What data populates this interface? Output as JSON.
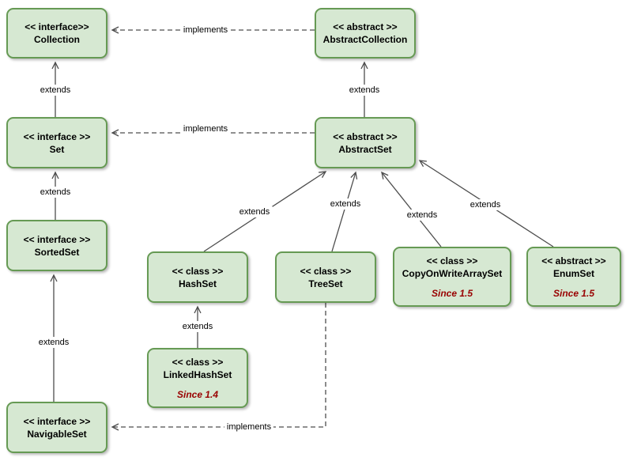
{
  "diagram": {
    "title": "Java Set hierarchy UML diagram",
    "nodes": {
      "collection": {
        "stereotype": "<< interface>>",
        "name": "Collection"
      },
      "abstractCollection": {
        "stereotype": "<< abstract >>",
        "name": "AbstractCollection"
      },
      "set": {
        "stereotype": "<< interface >>",
        "name": "Set"
      },
      "abstractSet": {
        "stereotype": "<< abstract >>",
        "name": "AbstractSet"
      },
      "sortedSet": {
        "stereotype": "<< interface >>",
        "name": "SortedSet"
      },
      "hashSet": {
        "stereotype": "<< class >>",
        "name": "HashSet"
      },
      "treeSet": {
        "stereotype": "<< class >>",
        "name": "TreeSet"
      },
      "copyOnWriteArraySet": {
        "stereotype": "<< class >>",
        "name": "CopyOnWriteArraySet",
        "note": "Since 1.5"
      },
      "enumSet": {
        "stereotype": "<< abstract >>",
        "name": "EnumSet",
        "note": "Since 1.5"
      },
      "linkedHashSet": {
        "stereotype": "<< class >>",
        "name": "LinkedHashSet",
        "note": "Since 1.4"
      },
      "navigableSet": {
        "stereotype": "<< interface >>",
        "name": "NavigableSet"
      }
    },
    "edges": [
      {
        "from": "AbstractCollection",
        "to": "Collection",
        "relation": "implements",
        "label": "implements"
      },
      {
        "from": "Set",
        "to": "Collection",
        "relation": "extends",
        "label": "extends"
      },
      {
        "from": "AbstractSet",
        "to": "AbstractCollection",
        "relation": "extends",
        "label": "extends"
      },
      {
        "from": "AbstractSet",
        "to": "Set",
        "relation": "implements",
        "label": "implements"
      },
      {
        "from": "SortedSet",
        "to": "Set",
        "relation": "extends",
        "label": "extends"
      },
      {
        "from": "NavigableSet",
        "to": "SortedSet",
        "relation": "extends",
        "label": "extends"
      },
      {
        "from": "HashSet",
        "to": "AbstractSet",
        "relation": "extends",
        "label": "extends"
      },
      {
        "from": "TreeSet",
        "to": "AbstractSet",
        "relation": "extends",
        "label": "extends"
      },
      {
        "from": "CopyOnWriteArraySet",
        "to": "AbstractSet",
        "relation": "extends",
        "label": "extends"
      },
      {
        "from": "EnumSet",
        "to": "AbstractSet",
        "relation": "extends",
        "label": "extends"
      },
      {
        "from": "LinkedHashSet",
        "to": "HashSet",
        "relation": "extends",
        "label": "extends"
      },
      {
        "from": "TreeSet",
        "to": "NavigableSet",
        "relation": "implements",
        "label": "implements"
      }
    ],
    "colors": {
      "node_fill": "#d6e8d2",
      "node_border": "#669a54",
      "note_color": "#990000",
      "line_color": "#4d4d4d",
      "text_color": "#000000",
      "background": "#ffffff"
    }
  }
}
